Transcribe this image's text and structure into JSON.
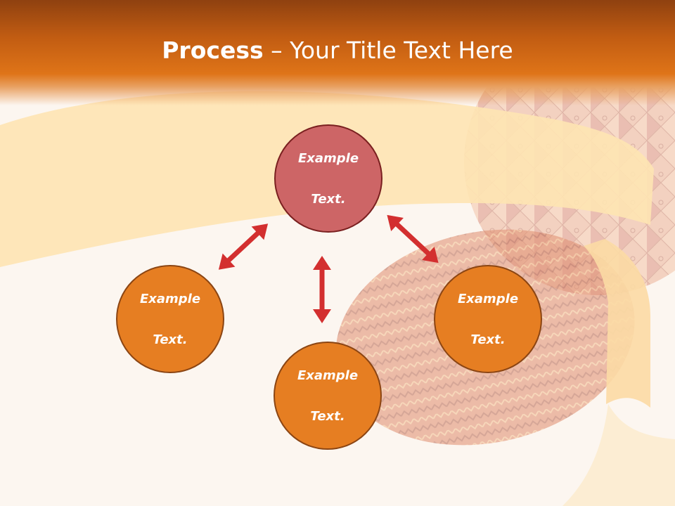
{
  "header": {
    "title_bold": "Process",
    "title_rest": " – Your Title Text Here"
  },
  "nodes": {
    "top": {
      "line1": "Example",
      "line2": "Text."
    },
    "left": {
      "line1": "Example",
      "line2": "Text."
    },
    "right": {
      "line1": "Example",
      "line2": "Text."
    },
    "bottom": {
      "line1": "Example",
      "line2": "Text."
    }
  },
  "colors": {
    "header_orange": "#df7418",
    "node_orange": "#e67e22",
    "node_red": "#cd6566",
    "arrow_red": "#d32f2f",
    "ribbon": "#ffdf9e"
  }
}
